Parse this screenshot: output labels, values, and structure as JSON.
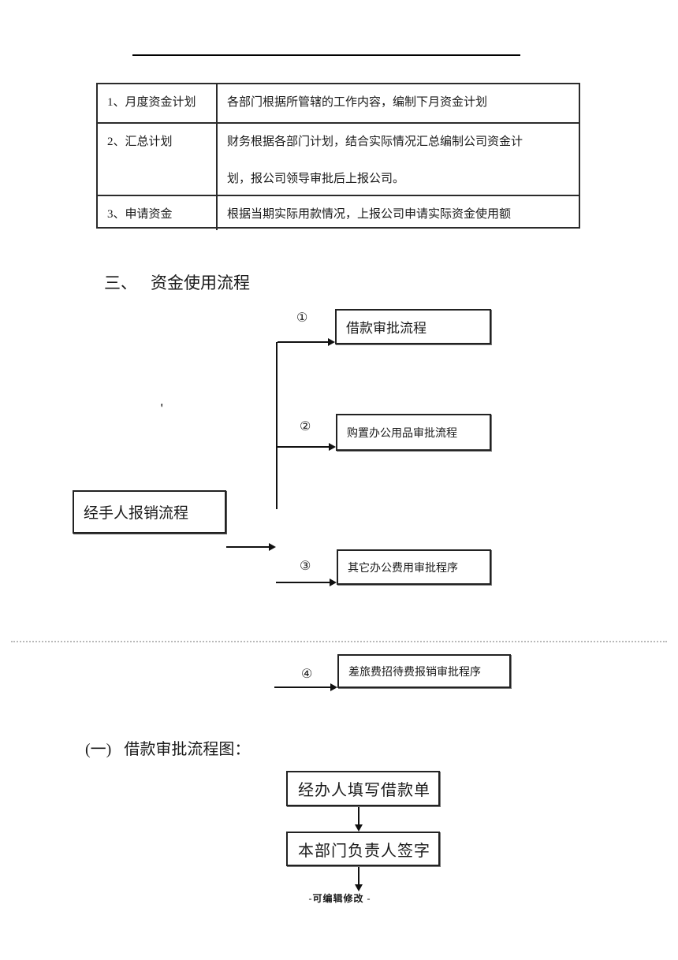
{
  "table": {
    "rows": [
      {
        "label": "1、月度资金计划",
        "line1": "各部门根据所管辖的工作内容，编制下月资金计划",
        "line2": ""
      },
      {
        "label": "2、汇总计划",
        "line1": "财务根据各部门计划，结合实际情况汇总编制公司资金计",
        "line2": "划，报公司领导审批后上报公司。"
      },
      {
        "label": "3、申请资金",
        "line1": "根据当期实际用款情况，上报公司申请实际资金使用额",
        "line2": ""
      }
    ]
  },
  "headings": {
    "section_marker": "三、",
    "section_title": "资金使用流程",
    "subsection_marker": "(一)",
    "subsection_title": "借款审批流程图："
  },
  "flowchart": {
    "source_label": "经手人报销流程",
    "tick_mark": "'",
    "branches": [
      {
        "marker": "①",
        "label": "借款审批流程"
      },
      {
        "marker": "②",
        "label": "购置办公用品审批流程"
      },
      {
        "marker": "③",
        "label": "其它办公费用审批程序"
      },
      {
        "marker": "④",
        "label": "差旅费招待费报销审批程序"
      }
    ]
  },
  "loan_flow": {
    "steps": [
      {
        "label": "经办人填写借款单"
      },
      {
        "label": "本部门负责人签字"
      }
    ]
  },
  "document": {
    "footer_note": "-可编辑修改 -"
  }
}
